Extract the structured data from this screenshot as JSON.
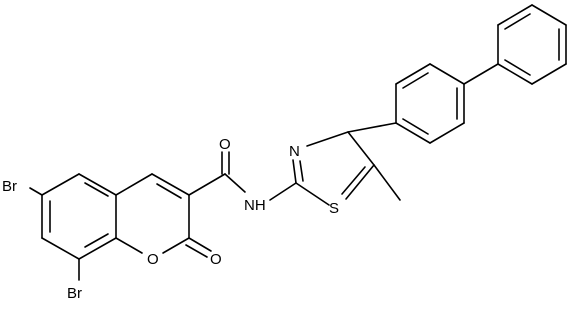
{
  "labels": {
    "br_top": "Br",
    "br_bottom": "Br",
    "o_ring": "O",
    "o_carbonyl_lactone": "O",
    "o_amide": "O",
    "nh": "NH",
    "n_thiazole": "N",
    "s_thiazole": "S"
  },
  "colors": {
    "bond": "#000000",
    "text": "#000000",
    "background": "#ffffff"
  }
}
